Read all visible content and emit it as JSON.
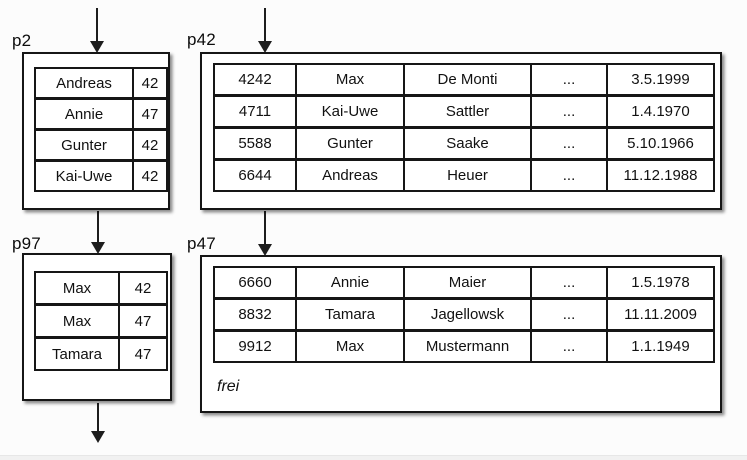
{
  "diagram": {
    "description": "index and data pages diagram",
    "background_color": "#fcfcfc",
    "box_fill_color": "#ffffff",
    "border_color": "#161616",
    "arrow_color": "#1d1d1d"
  },
  "pages": {
    "p2": {
      "label": "p2",
      "rows": [
        [
          "Andreas",
          "42"
        ],
        [
          "Annie",
          "47"
        ],
        [
          "Gunter",
          "42"
        ],
        [
          "Kai-Uwe",
          "42"
        ]
      ]
    },
    "p42": {
      "label": "p42",
      "rows": [
        [
          "4242",
          "Max",
          "De Monti",
          "...",
          "3.5.1999"
        ],
        [
          "4711",
          "Kai-Uwe",
          "Sattler",
          "...",
          "1.4.1970"
        ],
        [
          "5588",
          "Gunter",
          "Saake",
          "...",
          "5.10.1966"
        ],
        [
          "6644",
          "Andreas",
          "Heuer",
          "...",
          "11.12.1988"
        ]
      ]
    },
    "p97": {
      "label": "p97",
      "rows": [
        [
          "Max",
          "42"
        ],
        [
          "Max",
          "47"
        ],
        [
          "Tamara",
          "47"
        ]
      ]
    },
    "p47": {
      "label": "p47",
      "rows": [
        [
          "6660",
          "Annie",
          "Maier",
          "...",
          "1.5.1978"
        ],
        [
          "8832",
          "Tamara",
          "Jagellowsk",
          "...",
          "11.11.2009"
        ],
        [
          "9912",
          "Max",
          "Mustermann",
          "...",
          "1.1.1949"
        ]
      ],
      "free_label": "frei"
    }
  }
}
